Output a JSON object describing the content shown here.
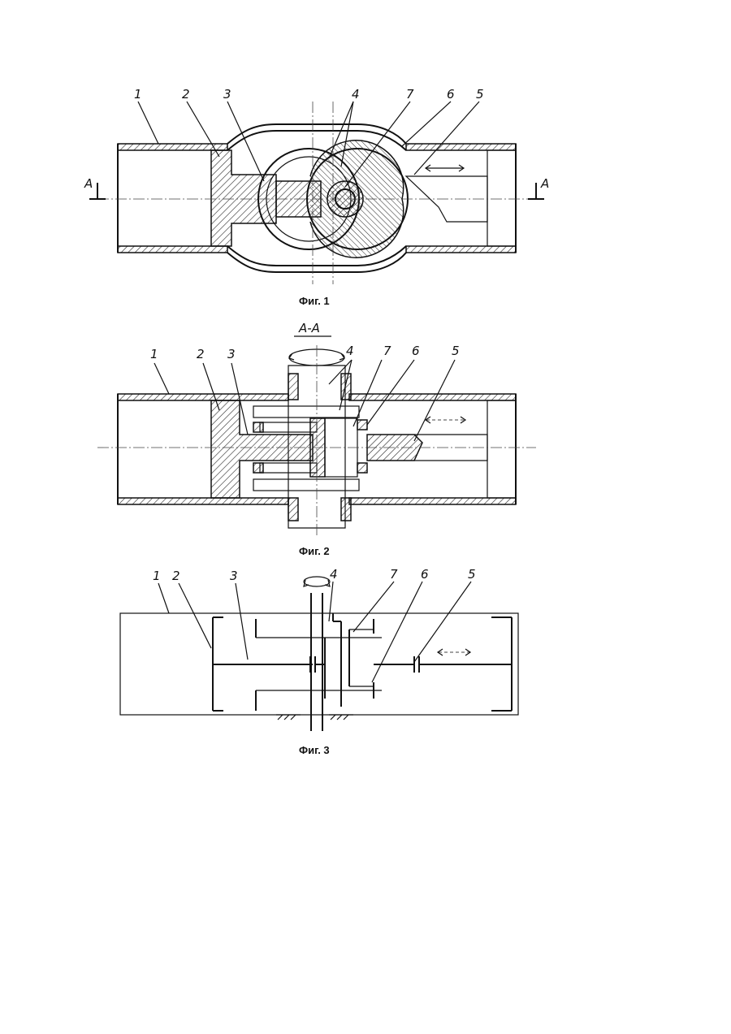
{
  "figures": [
    {
      "caption": "Фиг. 1",
      "labels": [
        "1",
        "2",
        "3",
        "4",
        "7",
        "6",
        "5"
      ],
      "section_mark": "A"
    },
    {
      "caption": "Фиг. 2",
      "section_title": "A-A",
      "labels": [
        "1",
        "2",
        "3",
        "4",
        "7",
        "6",
        "5"
      ]
    },
    {
      "caption": "Фиг. 3",
      "labels": [
        "1",
        "2",
        "3",
        "4",
        "7",
        "6",
        "5"
      ]
    }
  ]
}
